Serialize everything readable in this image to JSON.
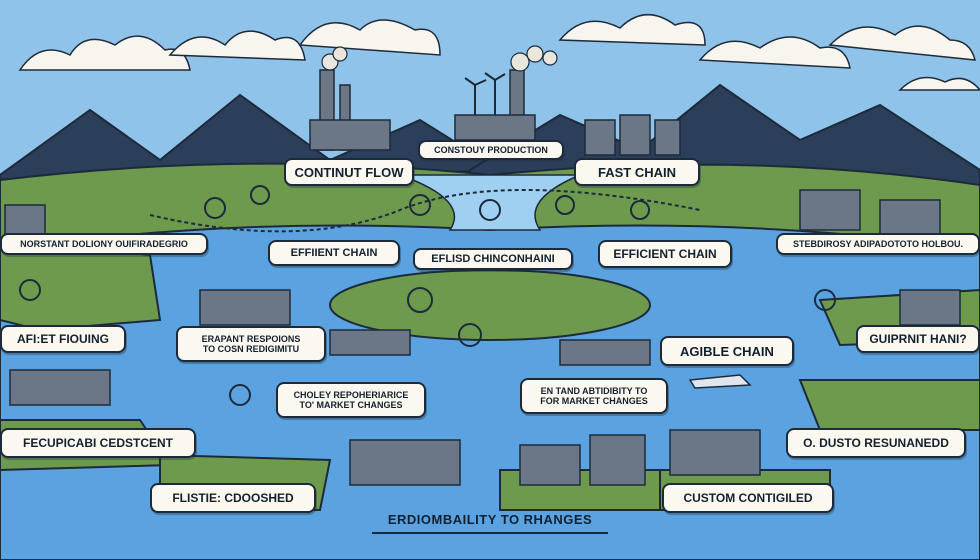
{
  "labels": {
    "continuous_production": "CONSTOUY PRODUCTION",
    "continut_flow": "CONTINUT FLOW",
    "fast_chain": "FAST CHAIN",
    "norstant_dolony": "NORSTANT DOLIONY OUIFIRADEGRIO",
    "efficient_chain_left": "EFFIIENT CHAIN",
    "eflisd_chincenhaini": "EFLISD CHINCONHAINI",
    "efficient_chain_right": "EFFICIENT CHAIN",
    "stebdirosy": "STEBDIROSY ADIPADOTOTO HOLBOU.",
    "afi_et_flouing": "AFI:ET FIOUING",
    "erapant_line1": "ERAPANT RESPOIONS",
    "erapant_line2": "TO COSN REDIGIMITU",
    "guiprnit": "GUIPRNIT HANI?",
    "agible_chain": "AGIBLE CHAIN",
    "choley_line1": "CHOLEY REPOHERIARICE",
    "choley_line2": "TO' MARKET CHANGES",
    "entand_line1": "EN TAND ABTIDIBITY TO",
    "entand_line2": "FOR MARKET CHANGES",
    "fecupicabi": "FECUPICABI CEDSTCENT",
    "o_dusto": "O. DUSTO RESUNANEDD",
    "flistie": "FLISTIE: CDOOSHED",
    "custom_contigiled": "CUSTOM CONTIGILED"
  },
  "caption": "ERDIOMBAILITY TO RHANGES",
  "colors": {
    "sky": "#8fc3ea",
    "water": "#5aa3e0",
    "land": "#6e9a4e",
    "mountain": "#2b3e5a",
    "ink": "#1d2a3a",
    "paper": "#fbf8ef"
  }
}
